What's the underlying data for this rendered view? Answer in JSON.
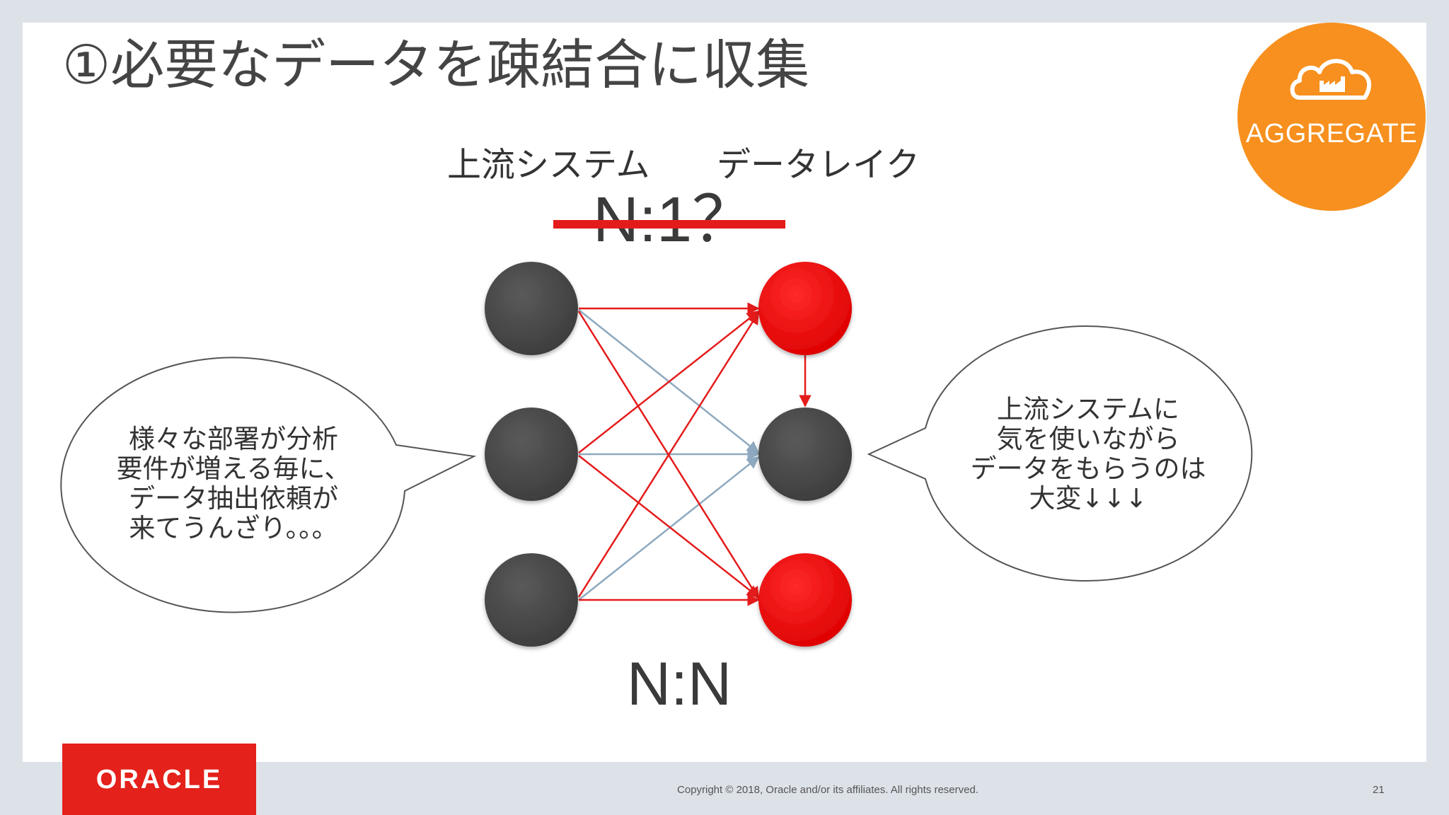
{
  "slide": {
    "title": "①必要なデータを疎結合に収集",
    "upstream_label": "上流システム",
    "datalake_label": "データレイク",
    "struck_ratio": "N:1？",
    "ratio": "N:N",
    "page_number": "21",
    "copyright": "Copyright © 2018, Oracle and/or its affiliates. All rights reserved."
  },
  "badge": {
    "label": "AGGREGATE",
    "icon": "cloud-factory-icon",
    "color": "#f7901e"
  },
  "logo": {
    "text": "ORACLE"
  },
  "bubbles": {
    "left": {
      "lines": [
        "様々な部署が分析",
        "要件が増える毎に、",
        "データ抽出依頼が",
        "来てうんざり。。。"
      ]
    },
    "right": {
      "lines": [
        "上流システムに",
        "気を使いながら",
        "データをもらうのは",
        "大変↓↓↓"
      ]
    }
  },
  "colors": {
    "node_dark": "#4a4a4a",
    "node_red": "#ee1111",
    "edge_red": "#e41b1b",
    "edge_blue": "#8ea9bf",
    "strike": "#e41b1b"
  }
}
